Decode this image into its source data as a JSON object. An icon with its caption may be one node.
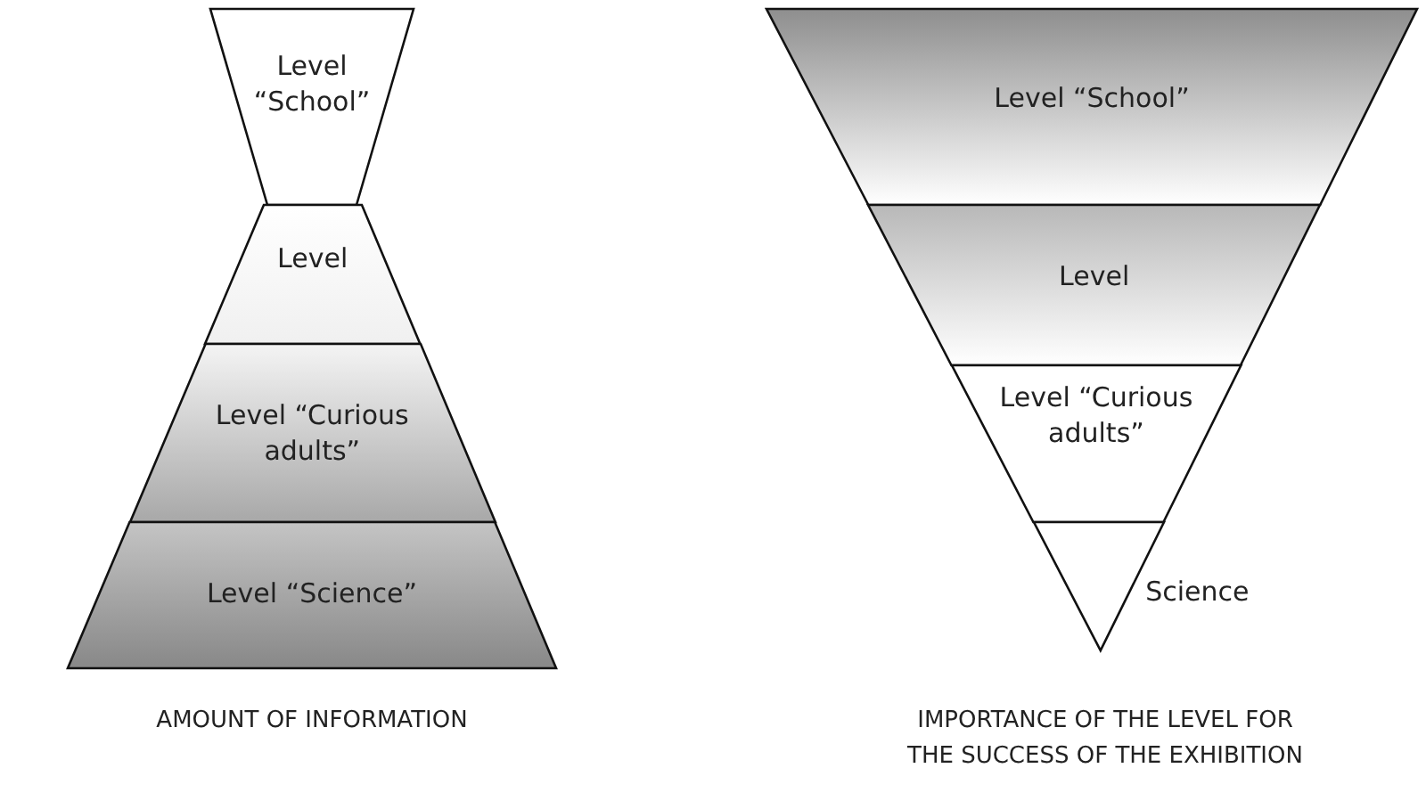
{
  "diagram": {
    "nodes": [
      {
        "text": [
          "Level “School”"
        ]
      },
      {
        "text": [
          "Level"
        ]
      },
      {
        "text": [
          "Level “Curious adults”"
        ]
      },
      {
        "text": [
          "Level “Science”"
        ]
      },
      {
        "text": [
          "Level “School”"
        ]
      },
      {
        "text": [
          "Level"
        ]
      },
      {
        "text": [
          "Level “Curious adults”"
        ]
      },
      {
        "text": [],
        "shape": "triangle",
        "beside": [
          "Science"
        ]
      }
    ],
    "edges": [],
    "labels": [
      "AMOUNT OF INFORMATION",
      "IMPORTANCE OF THE LEVEL FOR THE SUCCESS OF THE EXHIBITION"
    ]
  }
}
